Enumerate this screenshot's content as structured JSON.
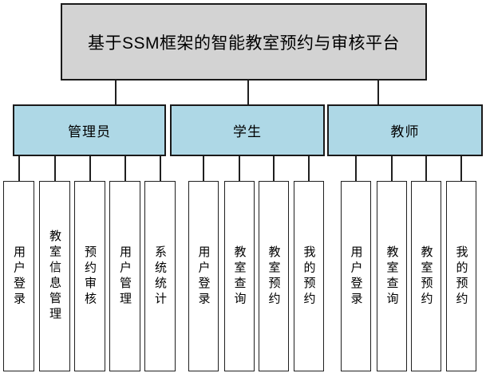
{
  "diagram": {
    "title": "基于SSM框架的智能教室预约与审核平台",
    "colors": {
      "title_fill": "#d3d3d3",
      "role_fill": "#aed8e6",
      "leaf_fill": "#ffffff",
      "line": "#1f1f1f",
      "text": "#000000"
    },
    "groups": [
      {
        "label": "管理员",
        "items": [
          "用户登录",
          "教室信息管理",
          "预约审核",
          "用户管理",
          "系统统计"
        ]
      },
      {
        "label": "学生",
        "items": [
          "用户登录",
          "教室查询",
          "教室预约",
          "我的预约"
        ]
      },
      {
        "label": "教师",
        "items": [
          "用户登录",
          "教室查询",
          "教室预约",
          "我的预约"
        ]
      }
    ]
  }
}
